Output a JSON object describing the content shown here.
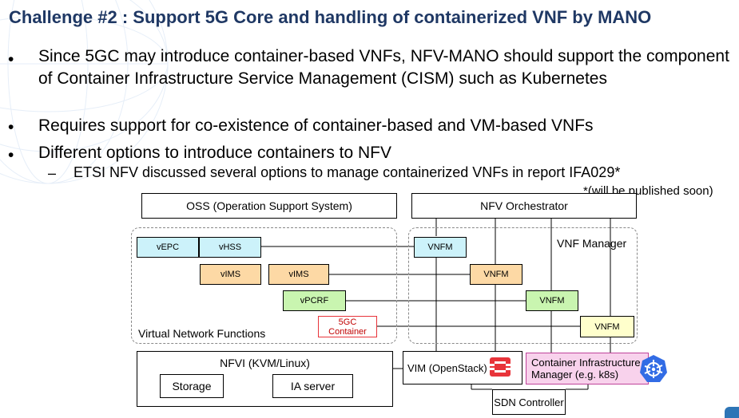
{
  "title": "Challenge #2 : Support 5G Core and handling of containerized VNF by MANO",
  "bullets": [
    "Since 5GC may introduce container-based VNFs, NFV-MANO should support the component of Container Infrastructure Service Management (CISM) such as Kubernetes",
    "Requires support for co-existence of container-based and VM-based VNFs",
    "Different options to introduce containers to NFV"
  ],
  "bullet_symbol": "•",
  "sub_dash": "–",
  "sub_bullet": "ETSI NFV discussed several options to manage containerized VNFs in report IFA029*",
  "footnote": "*(will be published soon)",
  "diagram": {
    "oss": "OSS (Operation Support System)",
    "nfvo": "NFV Orchestrator",
    "vnf_manager_label": "VNF Manager",
    "vnf_group_label": "Virtual Network Functions",
    "vepc": "vEPC",
    "vhss": "vHSS",
    "vims1": "vIMS",
    "vims2": "vIMS",
    "vpcrf": "vPCRF",
    "container_5gc": "5GC\nContainer",
    "vnfm": [
      "VNFM",
      "VNFM",
      "VNFM",
      "VNFM"
    ],
    "nfvi": "NFVI (KVM/Linux)",
    "storage": "Storage",
    "ia_server": "IA server",
    "vim": "VIM (OpenStack)",
    "cism": "Container Infrastructure Manager (e.g. k8s)",
    "sdn": "SDN Controller",
    "colors": {
      "cyan": "#ccf2fa",
      "orange": "#fdd9a5",
      "green": "#c9f5b0",
      "yellow": "#ffffcc",
      "pink": "#f8d2ec",
      "title_blue": "#1f3864",
      "openstack_red": "#e8343a",
      "k8s_blue": "#326ce5"
    },
    "icons": [
      "openstack-icon",
      "kubernetes-icon"
    ]
  }
}
